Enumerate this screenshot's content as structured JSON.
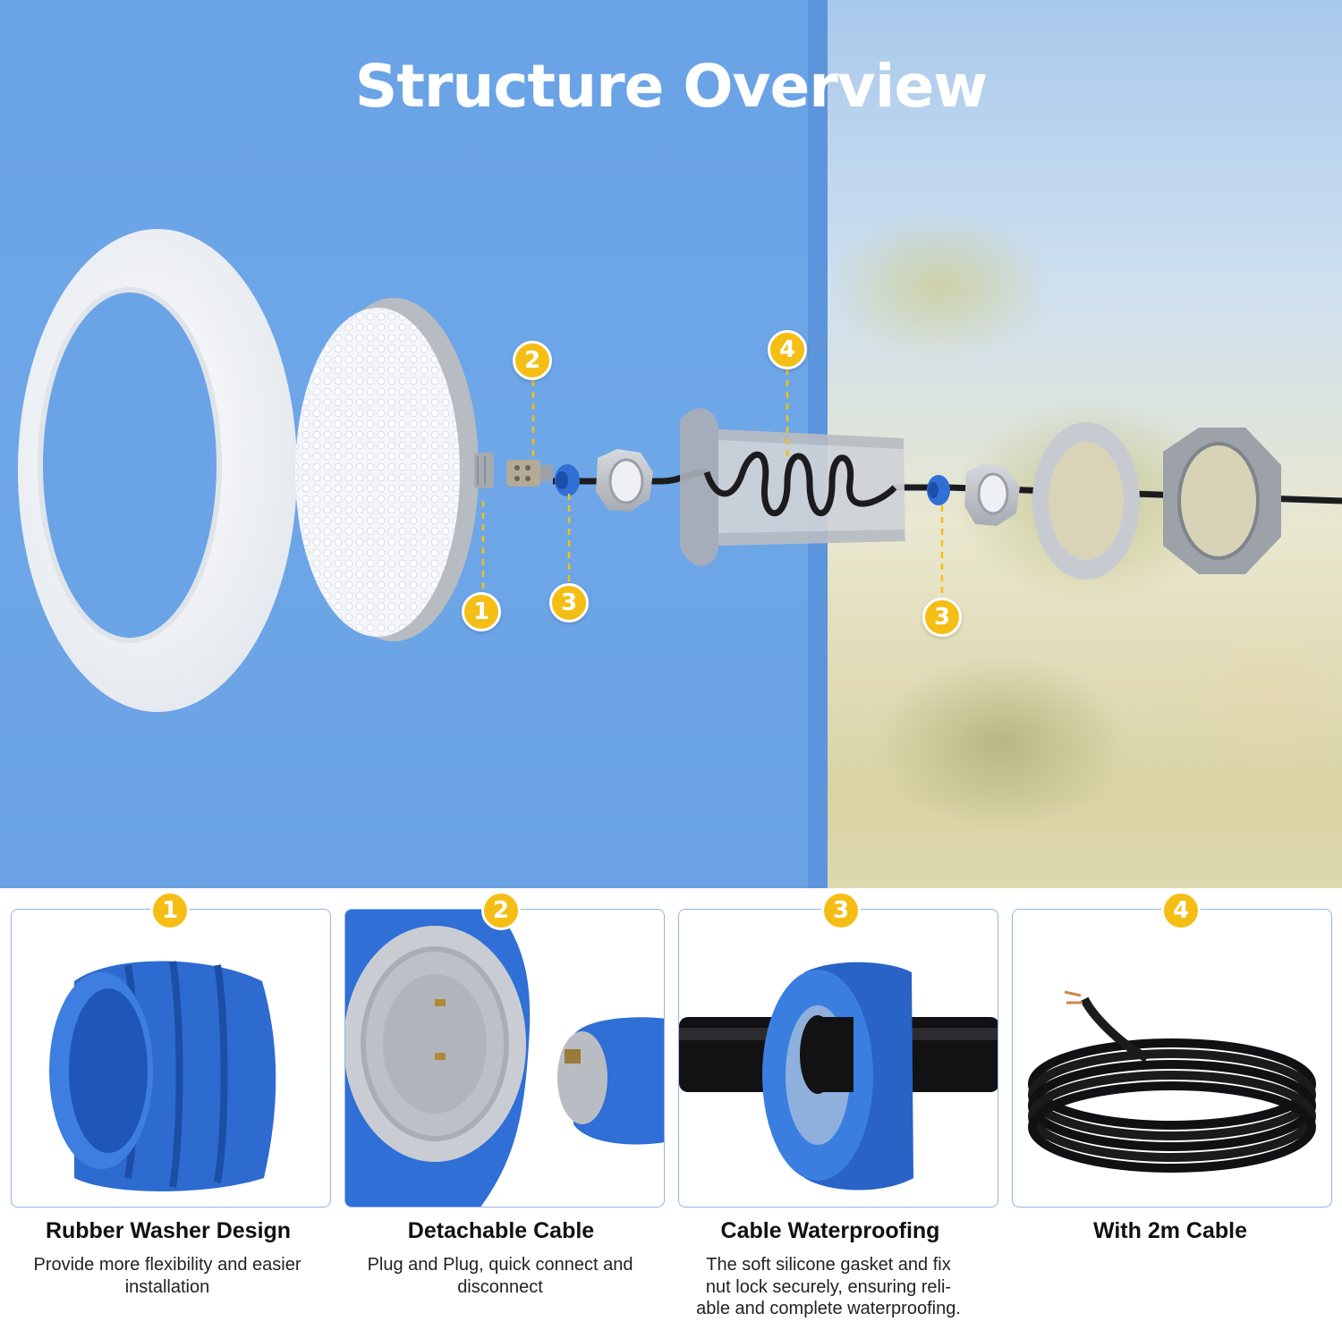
{
  "title": "Structure Overview",
  "diagram": {
    "callouts": [
      {
        "number": "1",
        "part": "rubber washer"
      },
      {
        "number": "2",
        "part": "connector plug"
      },
      {
        "number": "3",
        "part": "waterproof gasket"
      },
      {
        "number": "4",
        "part": "coiled cable"
      },
      {
        "number": "3",
        "part": "waterproof gasket"
      }
    ]
  },
  "features": [
    {
      "number": "1",
      "title": "Rubber Washer Design",
      "lines": [
        "Provide more flexibility and easier",
        "installation"
      ],
      "image_icon": "blue-rubber-washer-icon"
    },
    {
      "number": "2",
      "title": "Detachable Cable",
      "lines": [
        "Plug and Plug, quick connect and",
        "disconnect"
      ],
      "image_icon": "plug-connector-icon"
    },
    {
      "number": "3",
      "title": "Cable Waterproofing",
      "lines": [
        "The soft silicone gasket and fix",
        "nut lock securely, ensuring reli-",
        "able and complete waterproofing."
      ],
      "image_icon": "silicone-gasket-icon"
    },
    {
      "number": "4",
      "title": "With 2m Cable",
      "lines": [],
      "image_icon": "coiled-cable-icon"
    }
  ],
  "colors": {
    "background_blue": "#6aa3e6",
    "badge_yellow": "#f5be14",
    "card_border": "#8fb6e8",
    "part_blue": "#2f6fd6"
  }
}
